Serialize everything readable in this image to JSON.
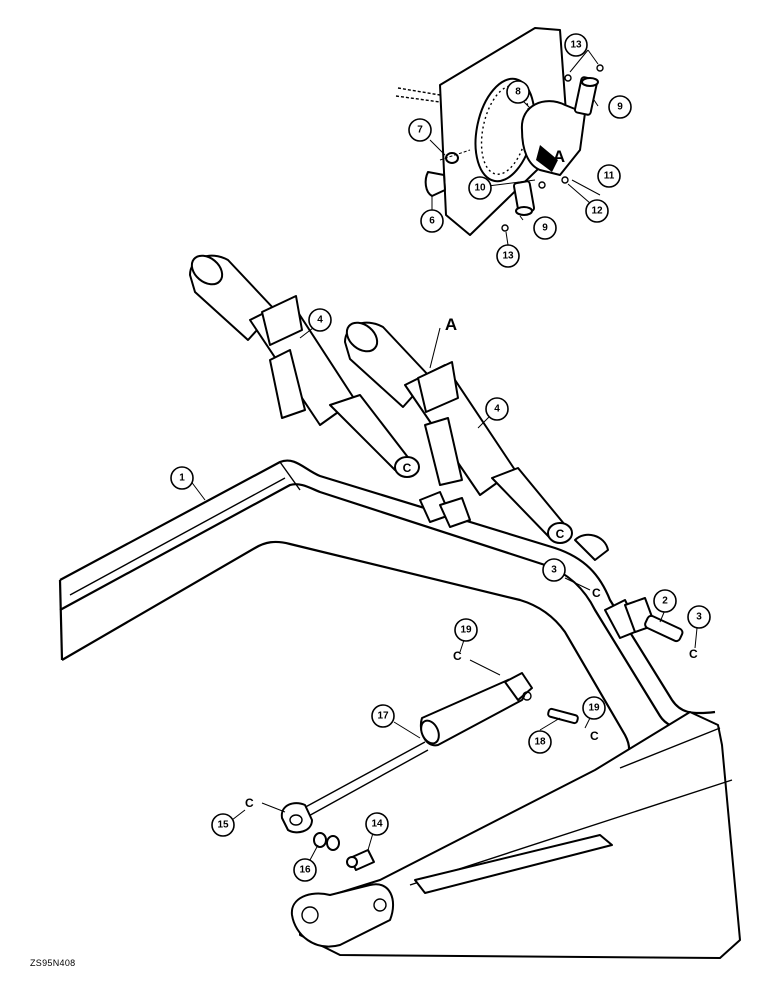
{
  "figure_code": "ZS95N408",
  "section_labels": {
    "upper": "A",
    "lower": "A"
  },
  "callouts": [
    {
      "id": "c1",
      "label": "1"
    },
    {
      "id": "c2",
      "label": "2"
    },
    {
      "id": "c3a",
      "label": "3"
    },
    {
      "id": "c3b",
      "label": "3"
    },
    {
      "id": "c4a",
      "label": "4"
    },
    {
      "id": "c4b",
      "label": "4"
    },
    {
      "id": "c6",
      "label": "6"
    },
    {
      "id": "c7",
      "label": "7"
    },
    {
      "id": "c8",
      "label": "8"
    },
    {
      "id": "c9a",
      "label": "9"
    },
    {
      "id": "c9b",
      "label": "9"
    },
    {
      "id": "c10",
      "label": "10"
    },
    {
      "id": "c11",
      "label": "11"
    },
    {
      "id": "c12",
      "label": "12"
    },
    {
      "id": "c13a",
      "label": "13"
    },
    {
      "id": "c13b",
      "label": "13"
    },
    {
      "id": "c14",
      "label": "14"
    },
    {
      "id": "c15",
      "label": "15"
    },
    {
      "id": "c16",
      "label": "16"
    },
    {
      "id": "c17",
      "label": "17"
    },
    {
      "id": "c18",
      "label": "18"
    },
    {
      "id": "c19a",
      "label": "19"
    },
    {
      "id": "c19b",
      "label": "19"
    }
  ]
}
